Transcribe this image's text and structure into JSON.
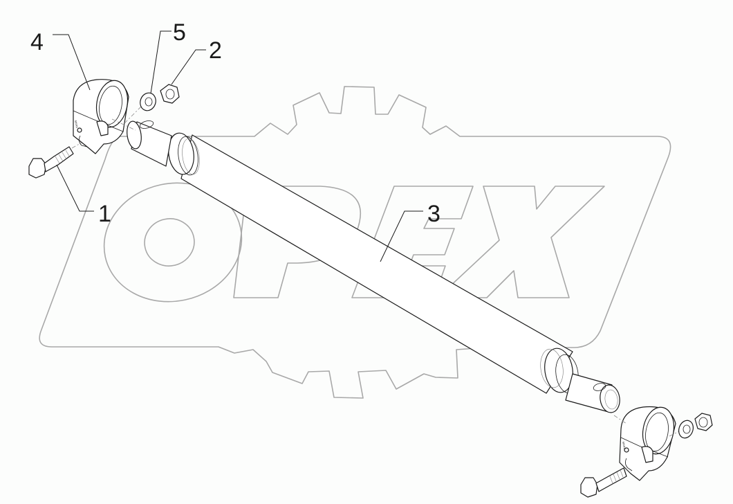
{
  "diagram": {
    "type": "exploded-parts-view",
    "subject": "hydraulic cylinder / pin assembly with clamps",
    "watermark": {
      "text": "OPEX",
      "color": "#a8a8a8"
    },
    "line_color": "#1a1a1a",
    "background": "#fcfdfc",
    "callouts": [
      {
        "id": "4",
        "label": "4",
        "part": "clamp"
      },
      {
        "id": "5",
        "label": "5",
        "part": "washer"
      },
      {
        "id": "2",
        "label": "2",
        "part": "nut"
      },
      {
        "id": "1",
        "label": "1",
        "part": "bolt"
      },
      {
        "id": "3",
        "label": "3",
        "part": "cylinder"
      }
    ]
  }
}
